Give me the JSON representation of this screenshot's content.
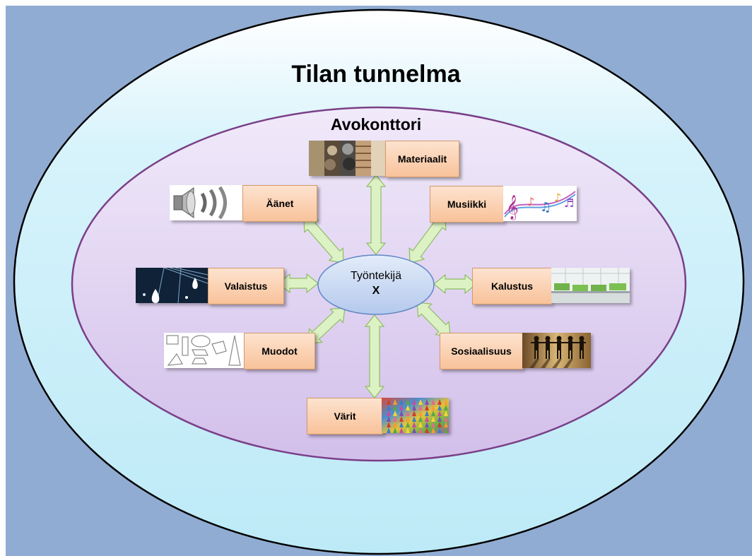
{
  "diagram": {
    "outer_title": "Tilan tunnelma",
    "inner_title": "Avokonttori",
    "center": {
      "line1": "Työntekijä",
      "line2": "X"
    },
    "factors": [
      {
        "id": "materiaalit",
        "label": "Materiaalit",
        "picture": "material-texture-icon"
      },
      {
        "id": "musiikki",
        "label": "Musiikki",
        "picture": "music-notes-icon"
      },
      {
        "id": "aanet",
        "label": "Äänet",
        "picture": "speaker-icon"
      },
      {
        "id": "valaistus",
        "label": "Valaistus",
        "picture": "ceiling-lamps-icon"
      },
      {
        "id": "kalustus",
        "label": "Kalustus",
        "picture": "office-desks-icon"
      },
      {
        "id": "muodot",
        "label": "Muodot",
        "picture": "shapes-icon"
      },
      {
        "id": "sosiaalisuus",
        "label": "Sosiaalisuus",
        "picture": "people-chain-icon"
      },
      {
        "id": "varit",
        "label": "Värit",
        "picture": "colored-pencils-icon"
      }
    ],
    "colors": {
      "background": "#91acd2",
      "outer_ellipse": "#c6eef8",
      "inner_ellipse": "#dccbee",
      "inner_ellipse_border": "#7a3f87",
      "center_ellipse": "#c7d7f1",
      "arrow_fill": "#dcf2c4",
      "box_fill": "#f9c9a3"
    }
  }
}
